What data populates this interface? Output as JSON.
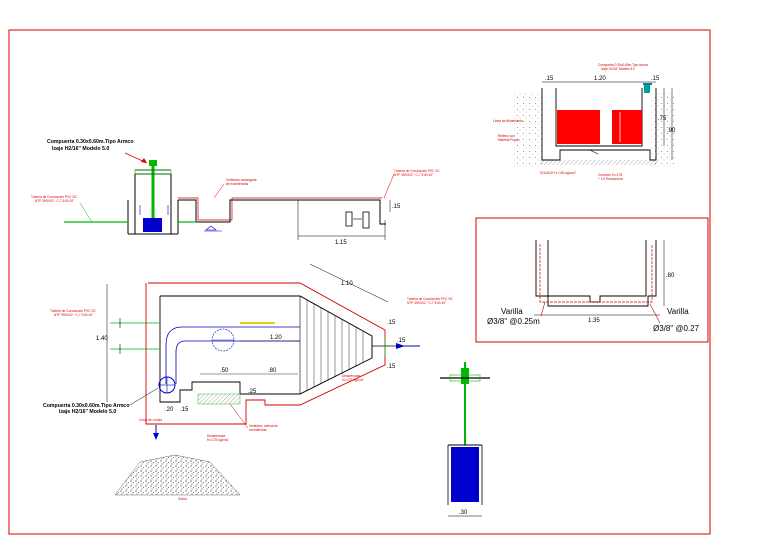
{
  "colors": {
    "frame": "#d40000",
    "structure": "#000000",
    "red": "#d40000",
    "green": "#00b800",
    "blue": "#0000cc",
    "cyan": "#00a0a0",
    "yellow": "#e8d000"
  },
  "labels": {
    "gate_title_top_1": "Compuerta 0.30x0.60m.Tipo Armco",
    "gate_title_top_2": "Izaje  H2/16\" Modelo 5.0",
    "gate_title_plan_1": "Compuerta 0.30x0.60m.Tipo Armco",
    "gate_title_plan_2": "Izaje  H2/16\" Modelo 5.0",
    "varilla_left_1": "Varilla",
    "varilla_left_2": "Ø3/8\" @0.25m",
    "varilla_right_1": "Varilla",
    "varilla_right_2": "Ø3/8\" @0.27"
  },
  "notes": {
    "n1_1": "Tubería de Conducción PVC SC",
    "n1_2": "NTP 399.002 · C-7.5 Ø=10\"",
    "n2_1": "Vertedero rectangular",
    "n2_2": "de excedencias",
    "n3_1": "Tubería de Conducción PVC SC",
    "n3_2": "NTP 399.002 · C-7.5 Ø=10\"",
    "n4_1": "Tubería de Conducción PVC SC",
    "n4_2": "NTP 399.002 · C-7.5 Ø=10\"",
    "n5_1": "Tubería de Conducción PVC SC",
    "n5_2": "NTP 399.002 · C-7.5 Ø=10\"",
    "n6_1": "Desarenador",
    "n6_2": "f'c=175 kg/cm2",
    "n7_1": "Vertedero Lateral de",
    "n7_2": "excedencias",
    "n8_1": "Desarenador",
    "n8_2": "f'c=175 kg/cm2",
    "n9": "Canal de Limpia",
    "n10": "Grava",
    "s1": "Compuerta 0.30x0.60m.Tipo Armco",
    "s2": "Izaje  H2/16\" Modelo 5.0",
    "s3": "Línea de Afinamiento",
    "s4_1": "Relleno con",
    "s4_2": "Material Propio",
    "s5": "SOLADO f'c=100 kg/cm2",
    "s6_1": "Concreto f'c=175",
    "s6_2": "+ 1.5 Rompedora"
  },
  "dims": {
    "top_115": "1.15",
    "top_small": ".15",
    "plan_110": "1.10",
    "plan_140": "1.40",
    "plan_120": "1.20",
    "plan_50": ".50",
    "plan_80": ".80",
    "plan_20": ".20",
    "plan_15a": ".15",
    "plan_15b": ".15",
    "plan_15c": ".15",
    "plan_15d": ".15",
    "plan_25": ".25",
    "sec_120": "1.20",
    "sec_15a": ".15",
    "sec_15b": ".15",
    "sec_75": ".75",
    "sec_90": ".90",
    "rf_80": ".80",
    "rf_135": "1.35",
    "gate_30": ".30"
  }
}
